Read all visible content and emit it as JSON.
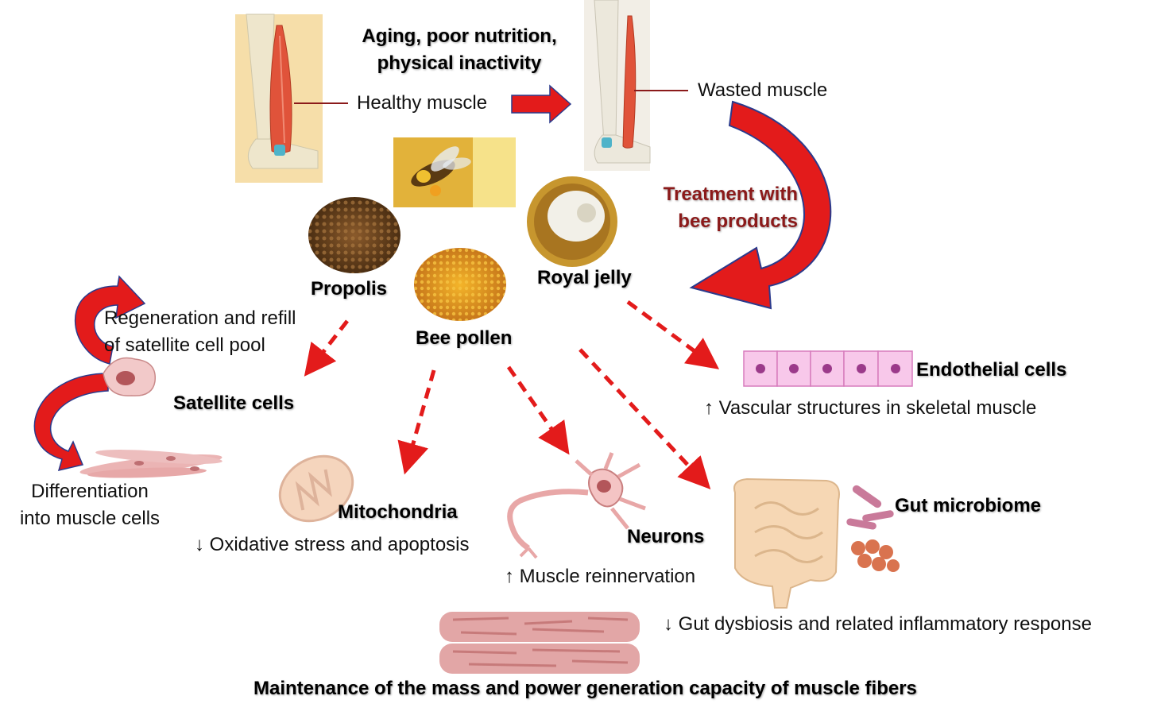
{
  "labels": {
    "risk_factors_1": "Aging, poor nutrition,",
    "risk_factors_2": "physical inactivity",
    "healthy_muscle": "Healthy muscle",
    "wasted_muscle": "Wasted muscle",
    "treatment_1": "Treatment with",
    "treatment_2": "bee products",
    "propolis": "Propolis",
    "royal_jelly": "Royal jelly",
    "bee_pollen": "Bee pollen",
    "regeneration_1": "Regeneration and refill",
    "regeneration_2": "of satellite cell pool",
    "satellite_cells": "Satellite cells",
    "differentiation_1": "Differentiation",
    "differentiation_2": "into muscle cells",
    "mitochondria": "Mitochondria",
    "oxidative_stress": "↓ Oxidative stress and apoptosis",
    "neurons": "Neurons",
    "reinnervation": "↑ Muscle reinnervation",
    "endothelial_cells": "Endothelial cells",
    "vascular": "↑ Vascular structures in skeletal muscle",
    "gut_microbiome": "Gut microbiome",
    "gut_dysbiosis": "↓ Gut dysbiosis and related inflammatory response",
    "maintenance": "Maintenance of the mass and power generation capacity of muscle fibers"
  },
  "colors": {
    "arrow_red": "#e31b1b",
    "arrow_dark_red": "#b01010",
    "arrow_outline": "#2b3a8c",
    "muscle": "#e0533a",
    "bone": "#eee6cc",
    "skin": "#f6dea9",
    "pink_cell": "#f3a8de",
    "nucleus": "#9b3a8a"
  }
}
